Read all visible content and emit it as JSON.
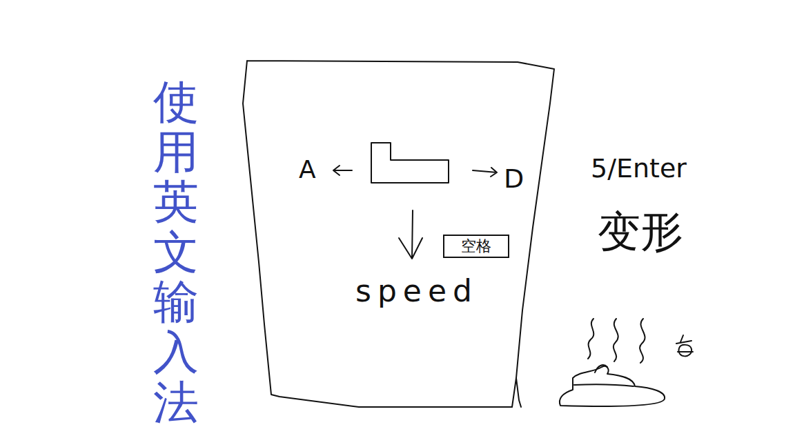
{
  "diagram": {
    "nodes": [
      {
        "text": [
          "空格"
        ]
      }
    ],
    "labels": [
      "使用英文输入法",
      "A",
      "D",
      "speed",
      "5/Enter",
      "变形"
    ]
  }
}
